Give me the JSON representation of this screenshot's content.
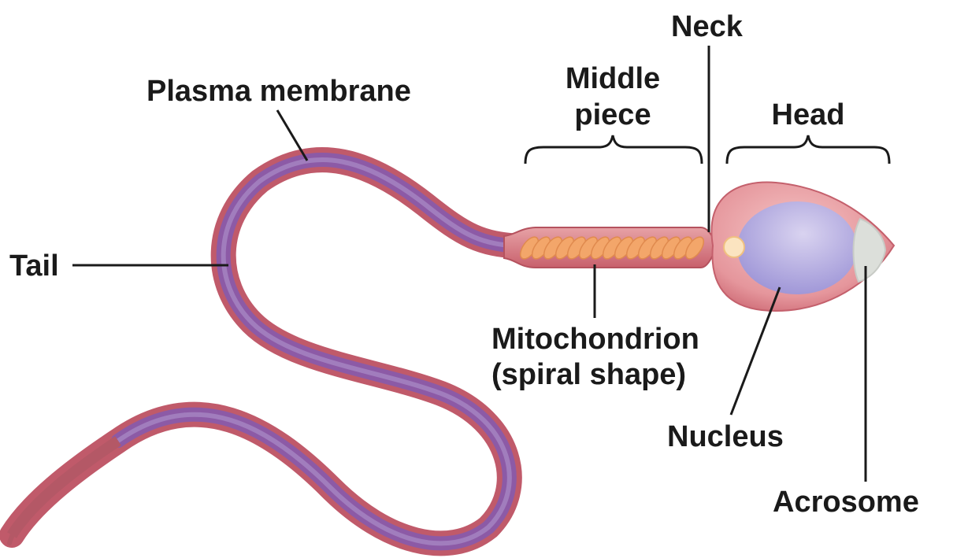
{
  "title": "Sperm cell structure",
  "labels": {
    "neck": "Neck",
    "middle_piece_1": "Middle",
    "middle_piece_2": "piece",
    "head": "Head",
    "plasma_membrane": "Plasma membrane",
    "tail": "Tail",
    "mitochondrion_1": "Mitochondrion",
    "mitochondrion_2": "(spiral shape)",
    "nucleus": "Nucleus",
    "acrosome": "Acrosome"
  },
  "colors": {
    "membrane": "#c9606e",
    "tail_core": "#8a5aa8",
    "head": "#e99aa0",
    "nucleus": "#a9a3de",
    "mitochondria": "#f3a66a",
    "acrosome": "#d9dcd8"
  }
}
